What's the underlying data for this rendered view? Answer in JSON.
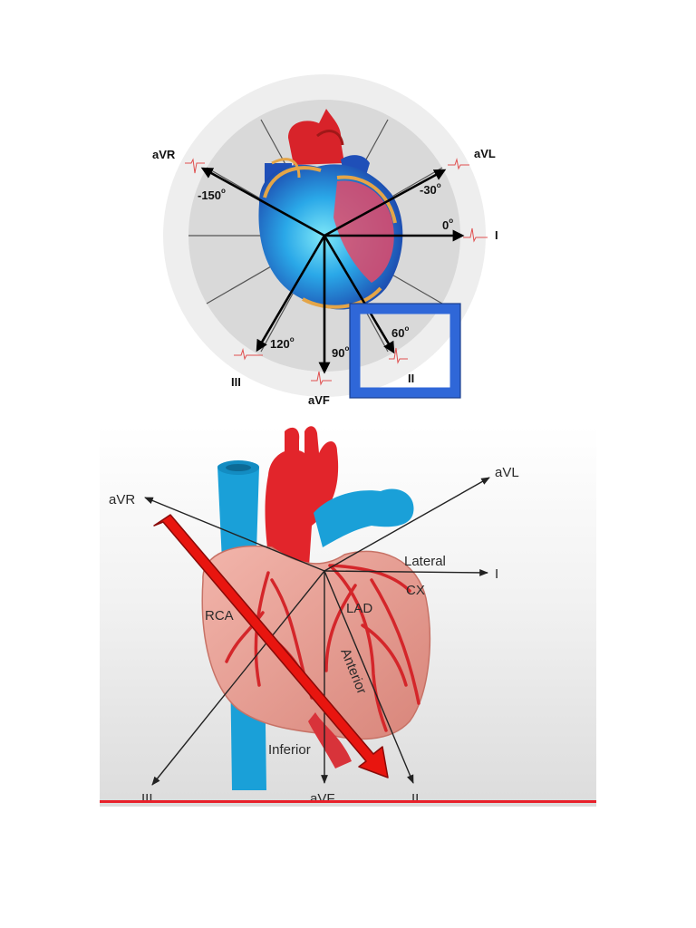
{
  "top_diagram": {
    "leads": {
      "aVR": "aVR",
      "aVL": "aVL",
      "I": "I",
      "II": "II",
      "III": "III",
      "aVF": "aVF"
    },
    "angles": {
      "aVR": "-150",
      "aVL": "-30",
      "I": "0",
      "II": "60",
      "aVF": "90",
      "III": "120"
    },
    "degree_symbol": "o",
    "highlight_color": "#3a6fd0"
  },
  "bottom_diagram": {
    "leads": {
      "aVR": "aVR",
      "aVL": "aVL",
      "I": "I",
      "II": "II",
      "III": "III",
      "aVF": "aVF"
    },
    "region_labels": {
      "lateral": "Lateral",
      "cx": "CX",
      "rca": "RCA",
      "lad": "LAD",
      "anterior": "Anterior",
      "inferior": "Inferior"
    },
    "arrow_color": "#e8150f",
    "baseline_color": "#e8202a"
  }
}
